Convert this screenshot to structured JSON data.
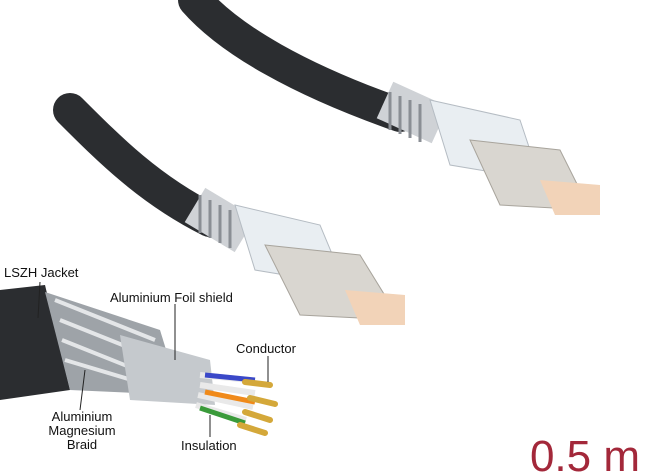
{
  "labels": {
    "jacket": "LSZH Jacket",
    "foil": "Aluminium Foil shield",
    "conductor": "Conductor",
    "braid_line1": "Aluminium",
    "braid_line2": "Magnesium",
    "braid_line3": "Braid",
    "insulation": "Insulation"
  },
  "length": "0.5 m",
  "colors": {
    "cable": "#2b2d30",
    "length_text": "#a3283a",
    "connector": "#d9d6d0"
  }
}
